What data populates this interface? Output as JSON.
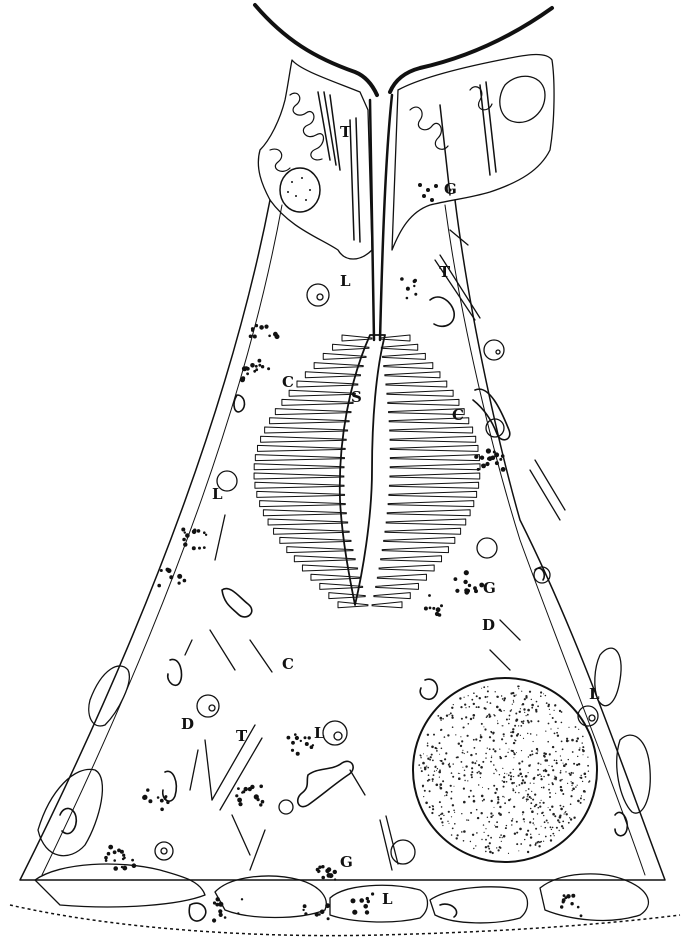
{
  "figure": {
    "background": "#ffffff",
    "ink_color": "#111111",
    "labels": [
      {
        "id": "T1",
        "text": "T"
      },
      {
        "id": "G1",
        "text": "G"
      },
      {
        "id": "L1",
        "text": "L"
      },
      {
        "id": "T2",
        "text": "T"
      },
      {
        "id": "C1",
        "text": "C"
      },
      {
        "id": "S1",
        "text": "S"
      },
      {
        "id": "C2",
        "text": "C"
      },
      {
        "id": "L2",
        "text": "L"
      },
      {
        "id": "G2",
        "text": "G"
      },
      {
        "id": "D1",
        "text": "D"
      },
      {
        "id": "C3",
        "text": "C"
      },
      {
        "id": "L3",
        "text": "L"
      },
      {
        "id": "D2",
        "text": "D"
      },
      {
        "id": "T3",
        "text": "T"
      },
      {
        "id": "L4",
        "text": "L"
      },
      {
        "id": "G3",
        "text": "G"
      },
      {
        "id": "L5",
        "text": "L"
      }
    ]
  }
}
